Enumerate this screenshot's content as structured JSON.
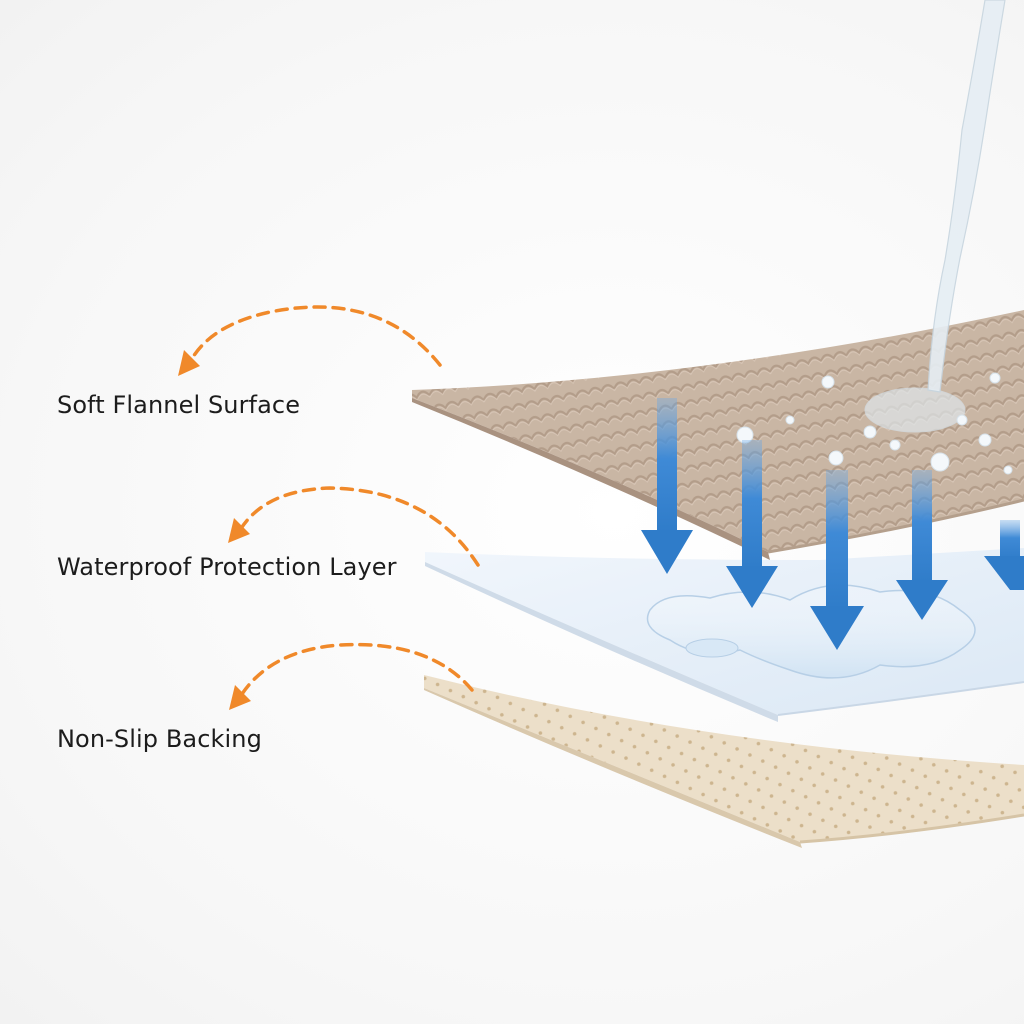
{
  "labels": {
    "surface": "Soft Flannel Surface",
    "waterproof": "Waterproof Protection Layer",
    "backing": "Non-Slip Backing"
  },
  "colors": {
    "accent_arrow": "#f0892a",
    "flannel": "#c8b5a3",
    "membrane": "#e3eef8",
    "backing": "#e9dcc6",
    "water_arrow": "#3f8ad6"
  },
  "icons": [
    "curved-dashed-arrow-icon",
    "water-stream-icon",
    "down-arrow-icon"
  ]
}
